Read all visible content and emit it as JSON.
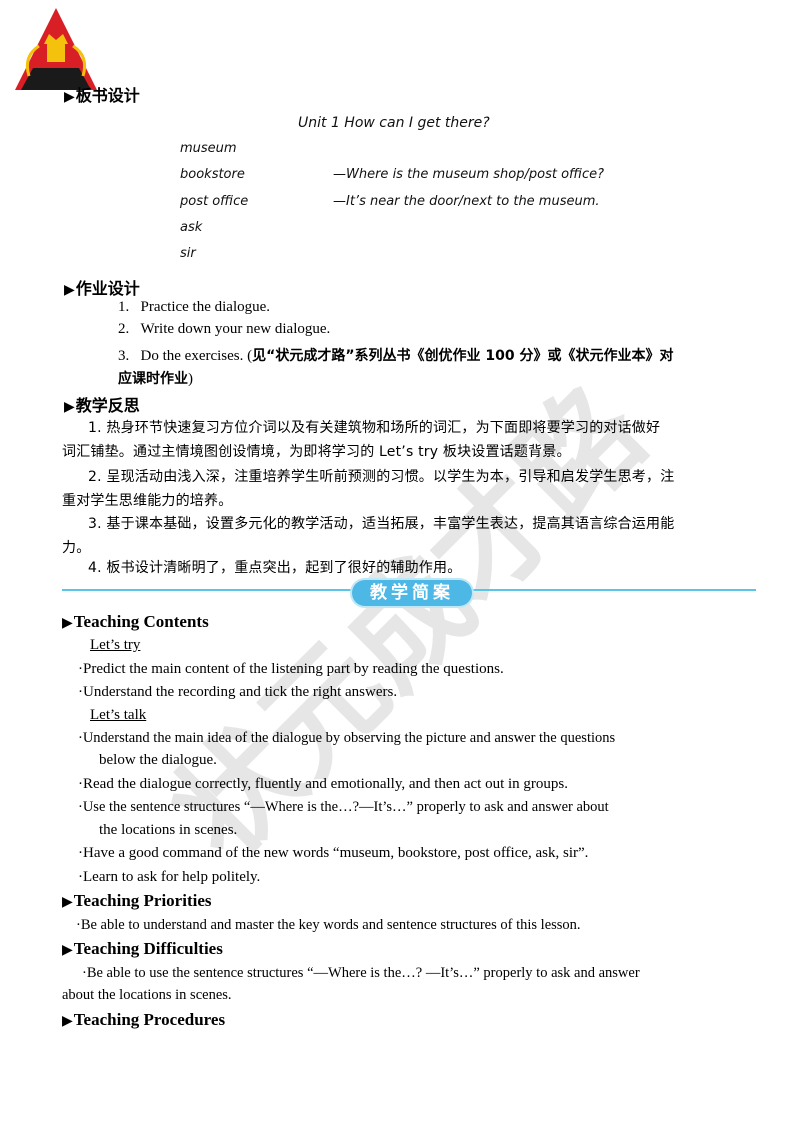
{
  "watermark_text": "状元成才路",
  "board": {
    "heading": "板书设计",
    "title": "Unit 1   How can I get there?",
    "words": [
      "museum",
      "bookstore",
      "post office",
      "ask",
      "sir"
    ],
    "q": "—Where is the museum shop/post office?",
    "a": "—It’s near the door/next to the museum."
  },
  "homework": {
    "heading": "作业设计",
    "items": [
      {
        "num": "1.",
        "text": "Practice the dialogue."
      },
      {
        "num": "2.",
        "text": "Write down your new dialogue."
      }
    ],
    "item3_num": "3.",
    "item3_text": "Do the exercises. (",
    "item3_bold": "见“状元成才路”系列丛书《创优作业 100 分》或《状元作业本》对",
    "item3_bold2": "应课时作业",
    "item3_close": ")"
  },
  "reflection": {
    "heading": "教学反思",
    "lines": [
      "1. 热身环节快速复习方位介词以及有关建筑物和场所的词汇，为下面即将要学习的对话做好",
      "词汇铺垫。通过主情境图创设情境，为即将学习的 Let’s try 板块设置话题背景。",
      "2. 呈现活动由浅入深，注重培养学生听前预测的习惯。以学生为本，引导和启发学生思考，注",
      "重对学生思维能力的培养。",
      "3. 基于课本基础，设置多元化的教学活动，适当拓展，丰富学生表达，提高其语言综合运用能",
      "力。",
      "4. 板书设计清晰明了，重点突出，起到了很好的辅助作用。"
    ]
  },
  "banner": "教学简案",
  "contents": {
    "heading": "Teaching Contents",
    "lets_try": "Let’s try",
    "try_items": [
      "·Predict  the  main  content  of  the  listening  part  by  reading  the  questions.",
      "·Understand  the  recording  and  tick  the  right  answers."
    ],
    "lets_talk": "Let’s talk",
    "talk_items": [
      "·Understand  the  main  idea  of  the  dialogue  by  observing  the  picture  and  answer  the  questions",
      "below  the  dialogue.",
      "·Read  the  dialogue  correctly,  fluently  and  emotionally,  and  then  act  out  in  groups.",
      "·Use  the  sentence  structures  “—Where  is  the…?—It’s…”  properly  to  ask  and  answer  about",
      "the  locations  in  scenes.",
      "·Have  a  good  command  of  the  new  words  “museum,  bookstore,  post  office,  ask,  sir”.",
      "·Learn  to  ask  for  help  politely."
    ]
  },
  "priorities": {
    "heading": "Teaching Priorities",
    "text": "·Be able to understand and master the key words and sentence structures of this lesson."
  },
  "difficulties": {
    "heading": "Teaching Difficulties",
    "line1": "·Be able to use the sentence structures “—Where is the…? —It’s…” properly to ask and answer",
    "line2": "about the locations in scenes."
  },
  "procedures": {
    "heading": "Teaching  Procedures"
  }
}
